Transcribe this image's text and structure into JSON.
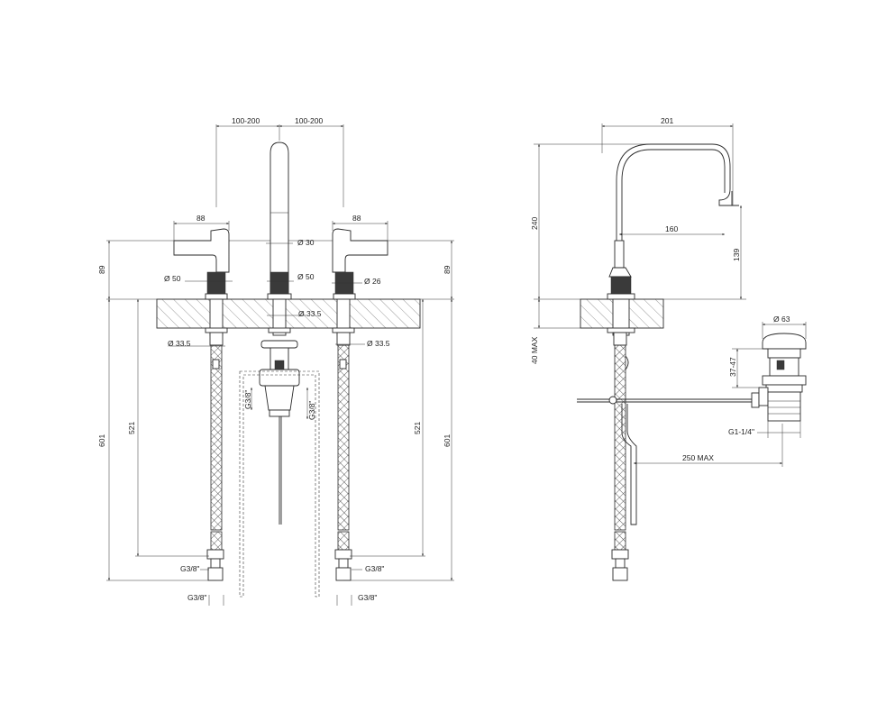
{
  "front_view": {
    "dims": {
      "spacing_left": "100-200",
      "spacing_right": "100-200",
      "handle_left_width": "88",
      "handle_right_width": "88",
      "spout_dia": "Ø 30",
      "body_left_dia": "Ø 50",
      "body_center_dia": "Ø 50",
      "body_right_dia": "Ø 26",
      "shank_center_dia": "Ø 33.5",
      "shank_left_dia": "Ø 33.5",
      "shank_right_dia": "Ø 33.5",
      "height_left": "89",
      "height_right": "89",
      "hose_left": "521",
      "hose_right": "521",
      "total_left": "601",
      "total_right": "601",
      "thread_left_upper": "G3/8\"",
      "thread_left_lower": "G3/8\"",
      "thread_right_upper": "G3/8\"",
      "thread_right_lower": "G3/8\"",
      "waste_thread_left": "G3/8\"",
      "waste_thread_right": "G3/8\""
    }
  },
  "side_view": {
    "dims": {
      "reach": "201",
      "height": "240",
      "spout_reach": "160",
      "spout_height": "139",
      "deck_max": "40 MAX",
      "drain_dia": "Ø 63",
      "drain_range": "37-47",
      "drain_thread": "G1-1/4\"",
      "rod_max": "250 MAX"
    }
  }
}
